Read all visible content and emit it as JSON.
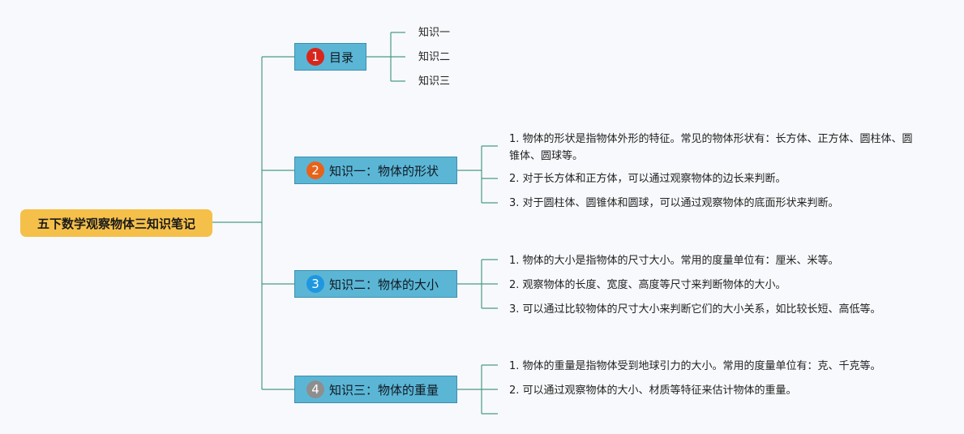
{
  "root": {
    "title": "五下数学观察物体三知识笔记"
  },
  "branches": [
    {
      "num": "1",
      "badge_color": "#d9261c",
      "label": "目录",
      "items": [
        "知识一",
        "知识二",
        "知识三"
      ]
    },
    {
      "num": "2",
      "badge_color": "#e8631a",
      "label": "知识一：物体的形状",
      "items": [
        "1. 物体的形状是指物体外形的特征。常见的物体形状有：长方体、正方体、圆柱体、圆锥体、圆球等。",
        "2. 对于长方体和正方体，可以通过观察物体的边长来判断。",
        "3. 对于圆柱体、圆锥体和圆球，可以通过观察物体的底面形状来判断。"
      ]
    },
    {
      "num": "3",
      "badge_color": "#1f97e0",
      "label": "知识二：物体的大小",
      "items": [
        "1. 物体的大小是指物体的尺寸大小。常用的度量单位有：厘米、米等。",
        "2. 观察物体的长度、宽度、高度等尺寸来判断物体的大小。",
        "3. 可以通过比较物体的尺寸大小来判断它们的大小关系，如比较长短、高低等。"
      ]
    },
    {
      "num": "4",
      "badge_color": "#8e8e8e",
      "label": "知识三：物体的重量",
      "items": [
        "1. 物体的重量是指物体受到地球引力的大小。常用的度量单位有：克、千克等。",
        "2. 可以通过观察物体的大小、材质等特征来估计物体的重量。"
      ]
    }
  ],
  "colors": {
    "line": "#4a9a86",
    "branch_fill": "#5bb6d6",
    "root_fill": "#f5c04a"
  }
}
